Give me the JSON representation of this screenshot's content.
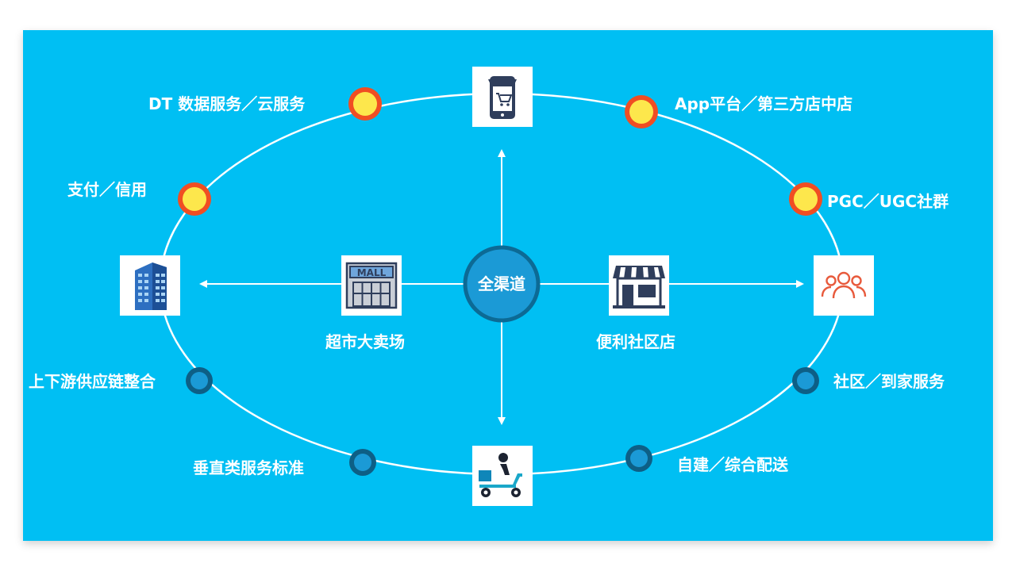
{
  "center": {
    "label": "全渠道"
  },
  "channels": {
    "supermarket": "超市大卖场",
    "convenience": "便利社区店"
  },
  "services": {
    "dt_data": "DT 数据服务／云服务",
    "app_platform": "App平台／第三方店中店",
    "payment": "支付／信用",
    "pgc_ugc": "PGC／UGC社群",
    "supply_chain": "上下游供应链整合",
    "community_home": "社区／到家服务",
    "vertical_standard": "垂直类服务标准",
    "delivery": "自建／综合配送"
  },
  "icons": {
    "top": "mobile-shop-icon",
    "left": "office-building-icon",
    "right": "community-people-icon",
    "bottom": "delivery-scooter-icon",
    "mall": "mall-icon",
    "store": "convenience-store-icon"
  },
  "colors": {
    "background": "#00bff3",
    "ring": "#ffffff",
    "dot_red_outer": "#f04e23",
    "dot_yellow_inner": "#fde74c",
    "dot_blue_outer": "#0d5f86",
    "dot_blue_inner": "#1b9ad6",
    "center_fill": "#1b9ad6",
    "center_border": "#0c6a95"
  }
}
